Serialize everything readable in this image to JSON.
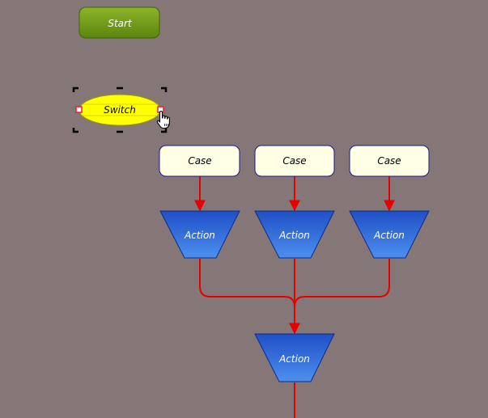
{
  "nodes": {
    "start": {
      "label": "Start"
    },
    "switch": {
      "label": "Switch"
    },
    "cases": [
      {
        "label": "Case"
      },
      {
        "label": "Case"
      },
      {
        "label": "Case"
      }
    ],
    "actions": [
      {
        "label": "Action"
      },
      {
        "label": "Action"
      },
      {
        "label": "Action"
      }
    ],
    "merged_action": {
      "label": "Action"
    }
  },
  "colors": {
    "background": "#857777",
    "start_fill_top": "#8cb42a",
    "start_fill_bottom": "#5b860e",
    "start_border": "#3f6408",
    "switch_fill": "#ffff00",
    "case_fill": "#ffffe6",
    "case_border": "#1a1a8c",
    "action_fill_top": "#1f4fc7",
    "action_fill_bottom": "#4c8fee",
    "action_border": "#0d2c86",
    "connector": "#e60000",
    "selection_handle": "#000000",
    "resize_handle": "#e0203a"
  },
  "icons": {
    "cursor": "hand-pointer-icon"
  }
}
